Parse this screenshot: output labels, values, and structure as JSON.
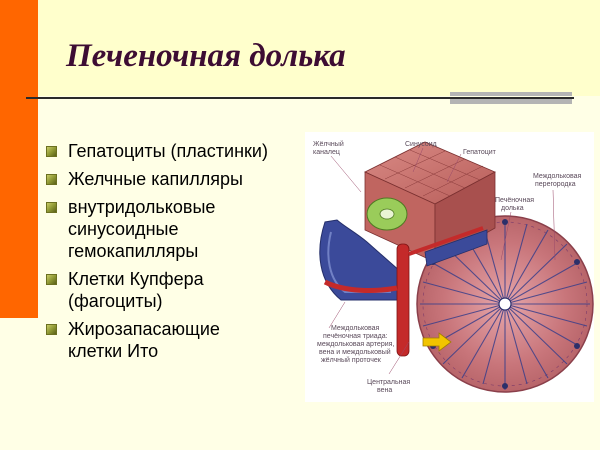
{
  "slide": {
    "title": "Печеночная долька",
    "bullets": [
      [
        "Гепатоциты (пластинки)"
      ],
      [
        "Желчные капилляры"
      ],
      [
        "внутридольковые",
        "синусоидные",
        "гемокапилляры"
      ],
      [
        "Клетки Купфера",
        "(фагоциты)"
      ],
      [
        "Жирозапасающие",
        "клетки Ито"
      ]
    ]
  },
  "diagram": {
    "labels": {
      "bile_canal": [
        "Жёлчный",
        "каналец"
      ],
      "sinusoid": "Синусоид",
      "hepatocyte": "Гепатоцит",
      "septum": [
        "Междольковая",
        "перегородка"
      ],
      "lobule": [
        "Печёночная",
        "долька"
      ],
      "triad": [
        "Междольковая",
        "печёночная триада:",
        "междольковая артерия,",
        "вена и междольковый",
        "жёлчный проточек"
      ],
      "central_vein": [
        "Центральная",
        "вена"
      ]
    },
    "colors": {
      "arrow": "#f2c400",
      "vein": "#3b4a9a",
      "artery": "#c42a2a",
      "tissue": "#c8757a"
    }
  }
}
